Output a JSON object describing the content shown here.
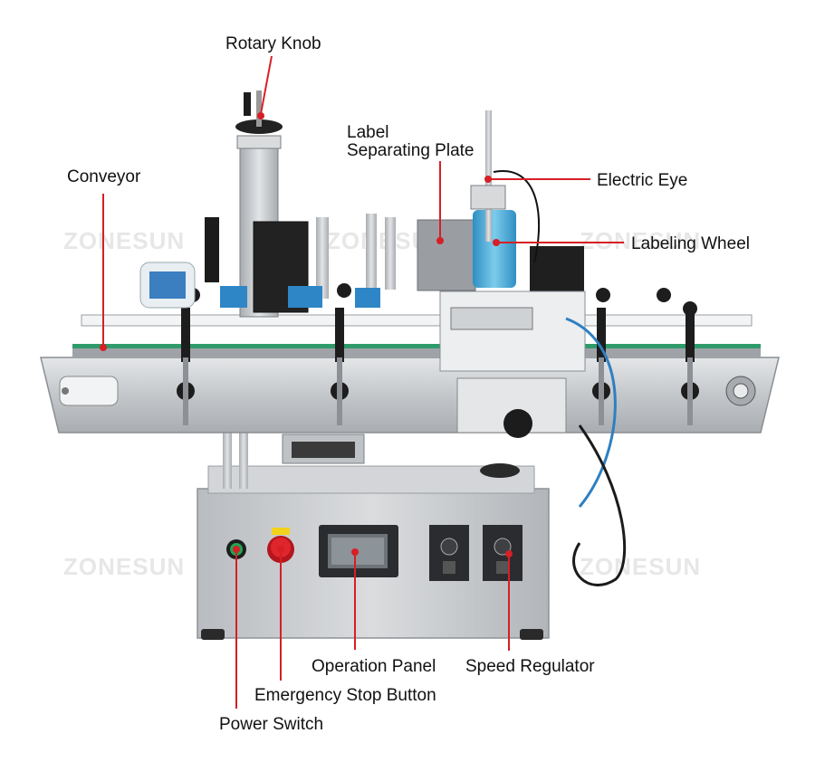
{
  "watermark": "ZONESUN",
  "callouts": {
    "rotary_knob": "Rotary Knob",
    "label_separating_plate_line1": "Label",
    "label_separating_plate_line2": "Separating Plate",
    "conveyor": "Conveyor",
    "electric_eye": "Electric Eye",
    "labeling_wheel": "Labeling Wheel",
    "operation_panel": "Operation Panel",
    "speed_regulator": "Speed Regulator",
    "emergency_stop_button": "Emergency Stop Button",
    "power_switch": "Power Switch"
  },
  "colors": {
    "callout_line": "#d61f26",
    "callout_dot": "#d61f26",
    "steel": "#c9cccf",
    "steel_dark": "#8d9196",
    "bottle_blue": "#3aa6d9",
    "conveyor_green": "#2e9b6a"
  }
}
